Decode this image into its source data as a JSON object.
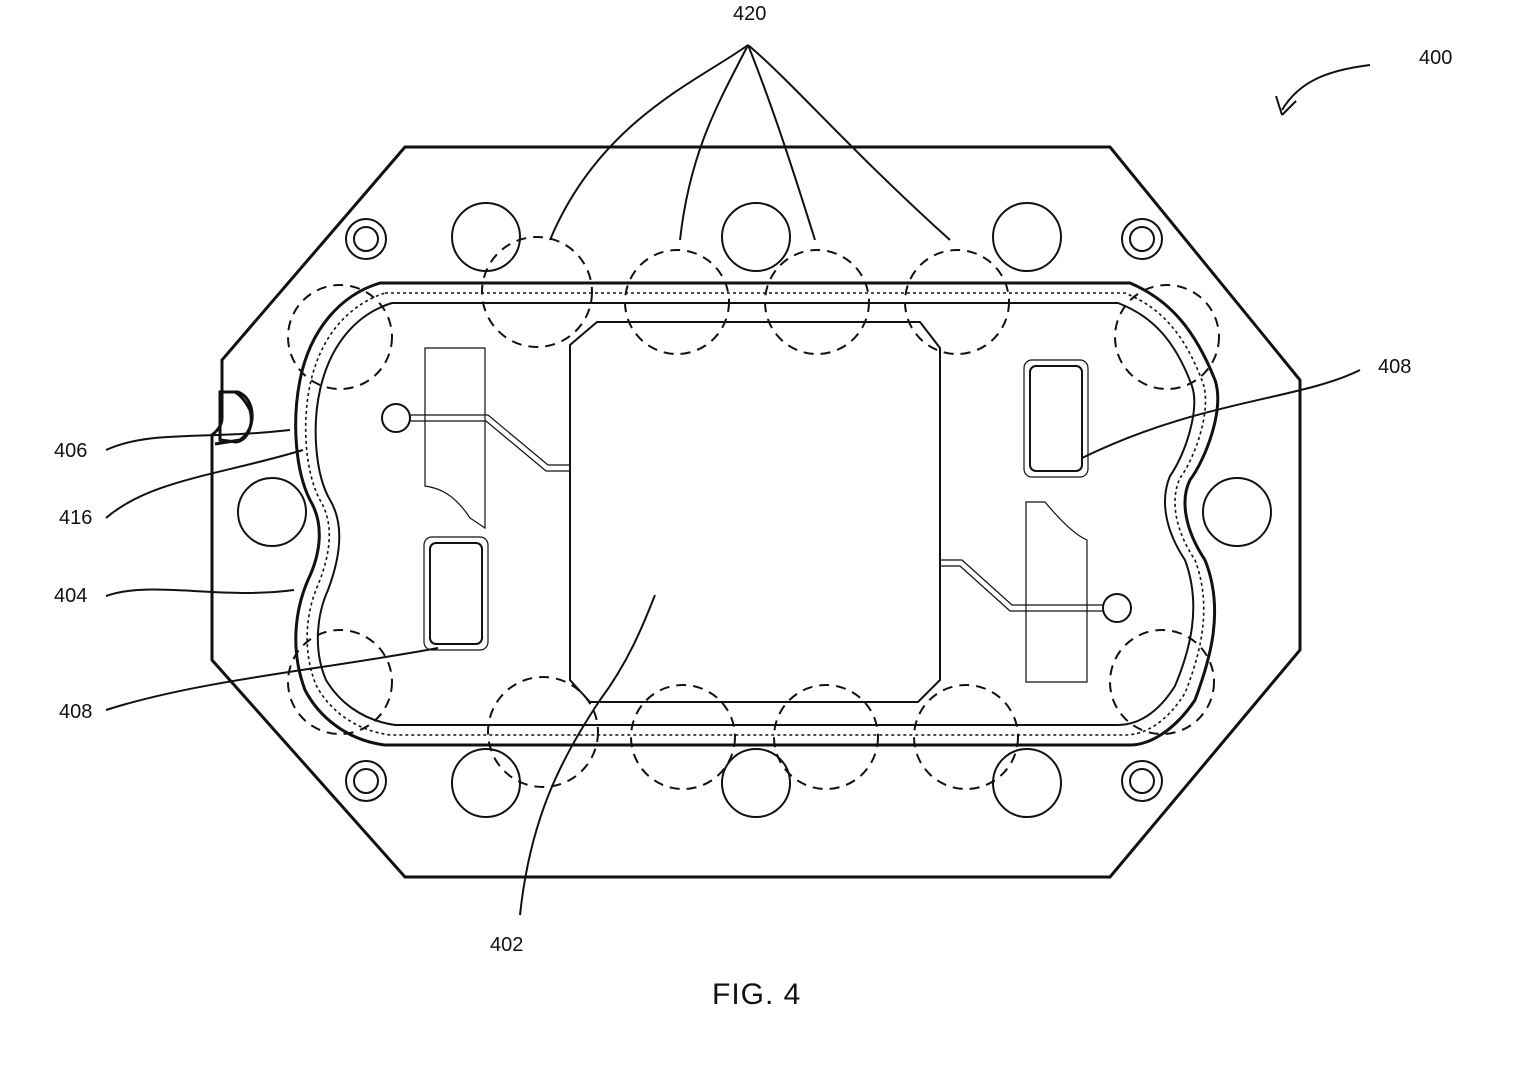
{
  "figure": {
    "caption": "FIG. 4",
    "labels": {
      "assembly": "400",
      "zones": "420",
      "outer_seal": "406",
      "seal_path": "416",
      "inner_seal": "404",
      "pad_right": "408",
      "pad_left": "408",
      "chip": "402"
    }
  }
}
